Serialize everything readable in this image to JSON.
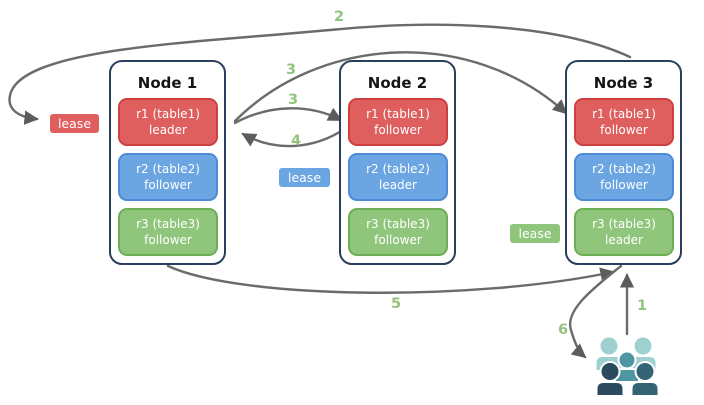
{
  "diagram": {
    "nodes": [
      {
        "title": "Node 1",
        "replicas": [
          {
            "name": "r1 (table1)",
            "role": "leader"
          },
          {
            "name": "r2 (table2)",
            "role": "follower"
          },
          {
            "name": "r3 (table3)",
            "role": "follower"
          }
        ]
      },
      {
        "title": "Node 2",
        "replicas": [
          {
            "name": "r1 (table1)",
            "role": "follower"
          },
          {
            "name": "r2 (table2)",
            "role": "leader"
          },
          {
            "name": "r3 (table3)",
            "role": "follower"
          }
        ]
      },
      {
        "title": "Node 3",
        "replicas": [
          {
            "name": "r1 (table1)",
            "role": "follower"
          },
          {
            "name": "r2 (table2)",
            "role": "follower"
          },
          {
            "name": "r3 (table3)",
            "role": "leader"
          }
        ]
      }
    ],
    "leases": [
      {
        "label": "lease",
        "for_replica": "r1 (table1) leader"
      },
      {
        "label": "lease",
        "for_replica": "r2 (table2) leader"
      },
      {
        "label": "lease",
        "for_replica": "r3 (table3) leader"
      }
    ],
    "steps": {
      "s1": "1",
      "s2": "2",
      "s3_upper": "3",
      "s3_lower": "3",
      "s4": "4",
      "s5": "5",
      "s6": "6"
    },
    "icons": {
      "users": "users-group-icon"
    },
    "colors": {
      "replica_red": "#DF5F5F",
      "replica_red_border": "#CE3F3F",
      "replica_blue": "#6BA5E2",
      "replica_blue_border": "#4D8BD6",
      "replica_green": "#90C67C",
      "replica_green_border": "#6CAD56",
      "step_label_green": "#93C47D",
      "arrow_gray": "#6B6B6B",
      "arrow_head": "#5C5C5C",
      "node_border_navy": "#2A3F5E",
      "users_teal_light": "#9ED0D0",
      "users_teal_mid": "#4F96A3",
      "users_slate_dark": "#2B4A5E",
      "users_slate_mid": "#356376"
    }
  }
}
